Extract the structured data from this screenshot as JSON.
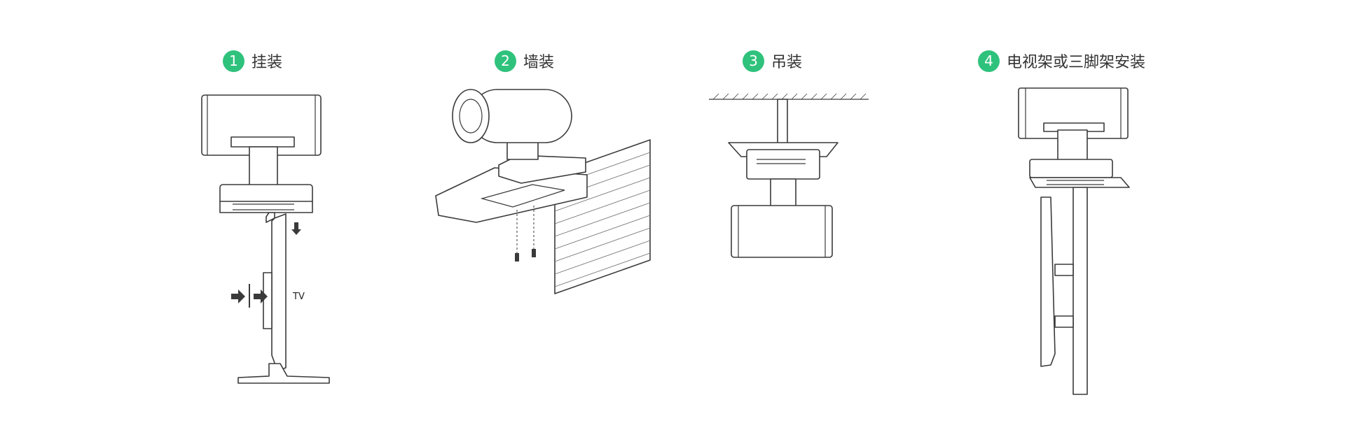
{
  "steps": [
    {
      "number": "1",
      "title": "挂装"
    },
    {
      "number": "2",
      "title": "墙装"
    },
    {
      "number": "3",
      "title": "吊装"
    },
    {
      "number": "4",
      "title": "电视架或三脚架安装"
    }
  ],
  "labels": {
    "tv": "TV"
  },
  "colors": {
    "badge": "#2fc27c",
    "line": "#3a3a3a",
    "text": "#333333",
    "background": "#ffffff"
  }
}
